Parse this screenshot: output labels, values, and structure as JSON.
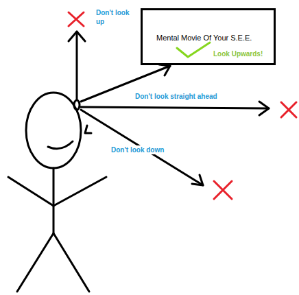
{
  "diagram": {
    "nodes": [
      {
        "text": [
          "Mental Movie Of Your S.E.E.",
          "Look Upwards!"
        ]
      }
    ],
    "labels": [
      "Don't look up",
      "Don't look straight ahead",
      "Don't look down"
    ]
  }
}
